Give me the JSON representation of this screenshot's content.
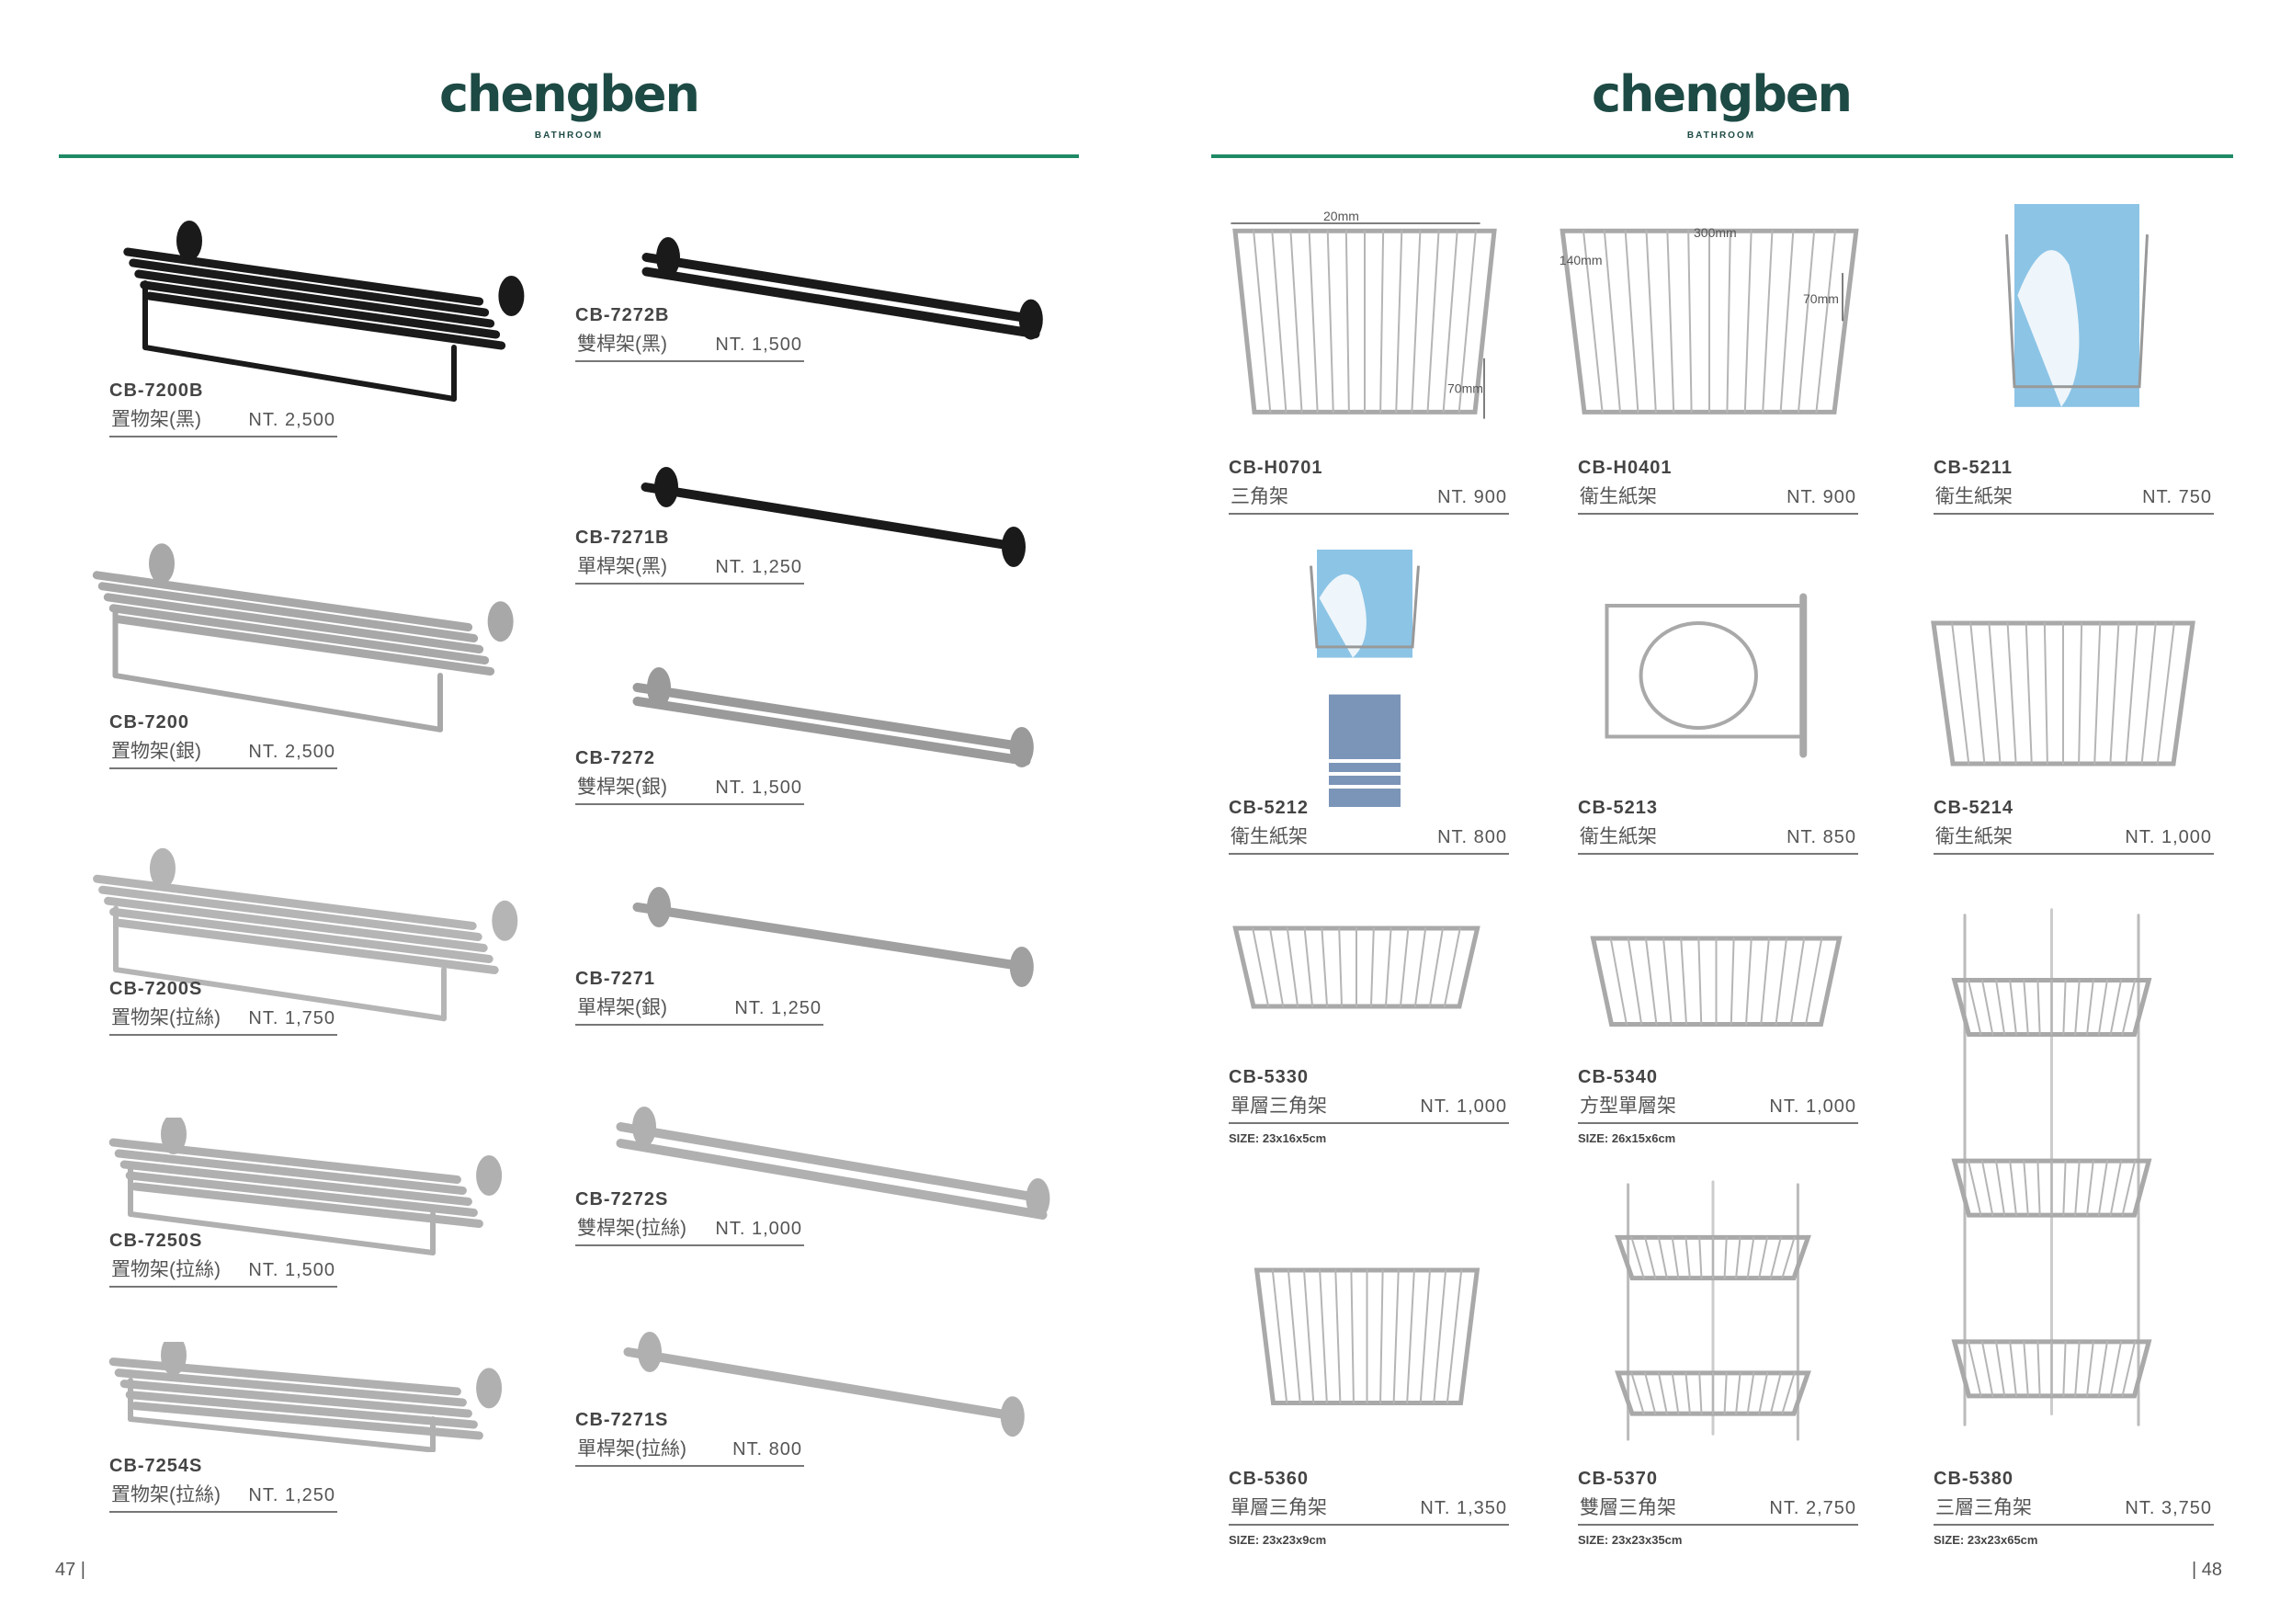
{
  "brand": {
    "name": "chengben",
    "sub": "BATHROOM",
    "rule_color": "#1f8a66",
    "logo_color": "#1d4a44"
  },
  "pages": {
    "left": "47",
    "right": "48"
  },
  "left_products": [
    {
      "code": "CB-7200B",
      "name": "置物架(黑)",
      "price": "NT. 2,500",
      "finish_color": "#1a1a1a",
      "icon": "towel-rack"
    },
    {
      "code": "CB-7200",
      "name": "置物架(銀)",
      "price": "NT. 2,500",
      "finish_color": "#a8a8a8",
      "icon": "towel-rack"
    },
    {
      "code": "CB-7200S",
      "name": "置物架(拉絲)",
      "price": "NT. 1,750",
      "finish_color": "#b5b5b5",
      "icon": "towel-rack"
    },
    {
      "code": "CB-7250S",
      "name": "置物架(拉絲)",
      "price": "NT. 1,500",
      "finish_color": "#b0b0b0",
      "icon": "towel-rack"
    },
    {
      "code": "CB-7254S",
      "name": "置物架(拉絲)",
      "price": "NT. 1,250",
      "finish_color": "#b0b0b0",
      "icon": "towel-rack"
    },
    {
      "code": "CB-7272B",
      "name": "雙桿架(黑)",
      "price": "NT. 1,500",
      "finish_color": "#1a1a1a",
      "icon": "double-bar"
    },
    {
      "code": "CB-7271B",
      "name": "單桿架(黑)",
      "price": "NT. 1,250",
      "finish_color": "#1a1a1a",
      "icon": "single-bar"
    },
    {
      "code": "CB-7272",
      "name": "雙桿架(銀)",
      "price": "NT. 1,500",
      "finish_color": "#9a9a9a",
      "icon": "double-bar"
    },
    {
      "code": "CB-7271",
      "name": "單桿架(銀)",
      "price": "NT. 1,250",
      "finish_color": "#a0a0a0",
      "icon": "single-bar"
    },
    {
      "code": "CB-7272S",
      "name": "雙桿架(拉絲)",
      "price": "NT. 1,000",
      "finish_color": "#b0b0b0",
      "icon": "double-bar"
    },
    {
      "code": "CB-7271S",
      "name": "單桿架(拉絲)",
      "price": "NT. 800",
      "finish_color": "#b0b0b0",
      "icon": "single-bar"
    }
  ],
  "right_products": [
    {
      "code": "CB-H0701",
      "name": "三角架",
      "price": "NT. 900",
      "icon": "corner-basket",
      "dims": [
        "20mm",
        "70mm"
      ]
    },
    {
      "code": "CB-H0401",
      "name": "衛生紙架",
      "price": "NT. 900",
      "icon": "square-basket",
      "dims": [
        "140mm",
        "300mm",
        "70mm"
      ]
    },
    {
      "code": "CB-5211",
      "name": "衛生紙架",
      "price": "NT. 750",
      "icon": "tissue-holder"
    },
    {
      "code": "CB-5212",
      "name": "衛生紙架",
      "price": "NT. 800",
      "icon": "tissue-towel-holder"
    },
    {
      "code": "CB-5213",
      "name": "衛生紙架",
      "price": "NT. 850",
      "icon": "roll-holder"
    },
    {
      "code": "CB-5214",
      "name": "衛生紙架",
      "price": "NT. 1,000",
      "icon": "wire-basket"
    },
    {
      "code": "CB-5330",
      "name": "單層三角架",
      "price": "NT. 1,000",
      "size": "SIZE: 23x16x5cm",
      "icon": "corner-basket"
    },
    {
      "code": "CB-5340",
      "name": "方型單層架",
      "price": "NT. 1,000",
      "size": "SIZE: 26x15x6cm",
      "icon": "square-basket"
    },
    {
      "code": "CB-5360",
      "name": "單層三角架",
      "price": "NT. 1,350",
      "size": "SIZE: 23x23x9cm",
      "icon": "corner-shelf"
    },
    {
      "code": "CB-5370",
      "name": "雙層三角架",
      "price": "NT. 2,750",
      "size": "SIZE: 23x23x35cm",
      "icon": "two-tier-shelf"
    },
    {
      "code": "CB-5380",
      "name": "三層三角架",
      "price": "NT. 3,750",
      "size": "SIZE: 23x23x65cm",
      "icon": "three-tier-shelf"
    }
  ]
}
